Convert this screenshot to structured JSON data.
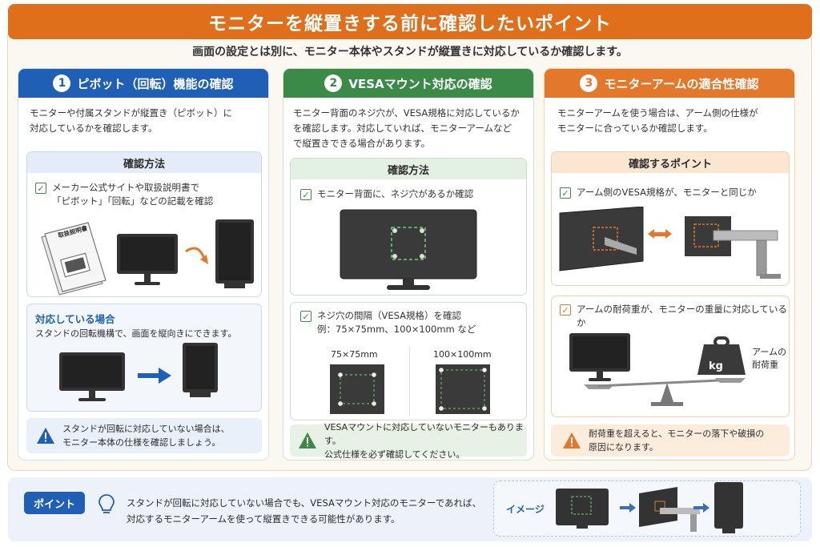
{
  "title": "モニターを縦置きする前に確認したいポイント",
  "intro": "画面の設定とは別に、モニター本体やスタンドが縦置きに対応しているか確認します。",
  "col1": {
    "num": "1",
    "title": "ピボット（回転）機能の確認",
    "desc1": "モニターや付属スタンドが縦置き（ピボット）に",
    "desc2": "対応しているかを確認します。",
    "method_title": "確認方法",
    "check1a": "メーカー公式サイトや取扱説明書で",
    "check1b": "「ピボット」「回転」などの記載を確認",
    "manual_label": "取扱説明書",
    "supported_title": "対応している場合",
    "supported_text": "スタンドの回転機構で、画面を縦向きにできます。",
    "warn1": "スタンドが回転に対応していない場合は、",
    "warn2": "モニター本体の仕様を確認しましょう。"
  },
  "col2": {
    "num": "2",
    "title": "VESAマウント対応の確認",
    "desc1": "モニター背面のネジ穴が、VESA規格に対応しているか",
    "desc2": "を確認します。対応していれば、モニターアームなど",
    "desc3": "で縦置きできる場合があります。",
    "method_title": "確認方法",
    "check1": "モニター背面に、ネジ穴があるか確認",
    "check2a": "ネジ穴の間隔（VESA規格）を確認",
    "check2b": "例：75×75mm、100×100mm  など",
    "size1": "75×75mm",
    "size2": "100×100mm",
    "warn1": "VESAマウントに対応していないモニターもあります。",
    "warn2": "公式仕様を必ず確認してください。"
  },
  "col3": {
    "num": "3",
    "title": "モニターアームの適合性確認",
    "desc1": "モニターアームを使う場合は、アーム側の仕様が",
    "desc2": "モニターに合っているか確認します。",
    "points_title": "確認するポイント",
    "check1": "アーム側のVESA規格が、モニターと同じか",
    "check2": "アームの耐荷重が、モニターの重量に対応しているか",
    "kg": "kg",
    "load_label1": "アームの",
    "load_label2": "耐荷重",
    "warn1": "耐荷重を超えると、モニターの落下や破損の",
    "warn2": "原因になります。"
  },
  "bottom": {
    "pill": "ポイント",
    "text1": "スタンドが回転に対応していない場合でも、VESAマウント対応のモニターであれば、",
    "text2": "対応するモニターアームを使って縦置きできる可能性があります。",
    "image_label": "イメージ"
  },
  "colors": {
    "orange": "#e06f1c",
    "blue": "#1f5fb5",
    "green": "#3b8a47",
    "accent_orange": "#e4782a"
  }
}
